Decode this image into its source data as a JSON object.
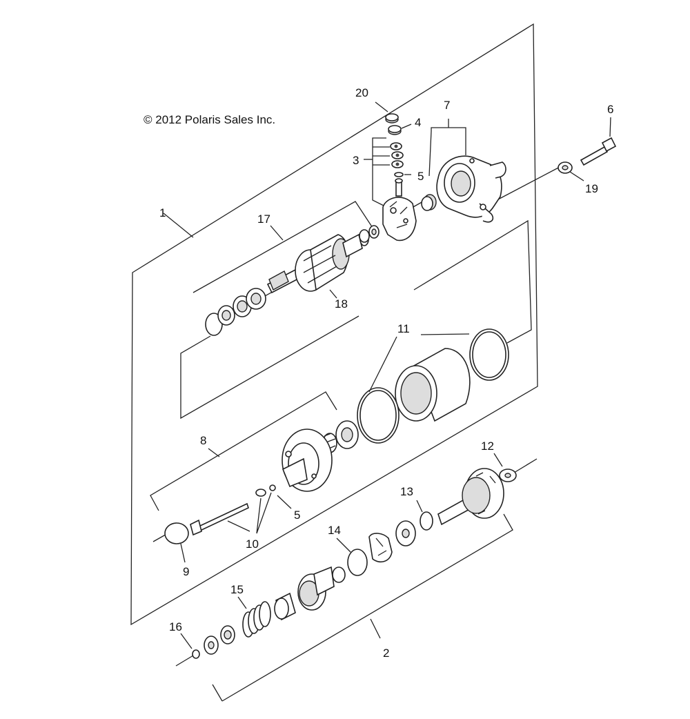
{
  "copyright": "© 2012 Polaris Sales Inc.",
  "callouts": [
    {
      "id": "1",
      "text": "1"
    },
    {
      "id": "2",
      "text": "2"
    },
    {
      "id": "3",
      "text": "3"
    },
    {
      "id": "4",
      "text": "4"
    },
    {
      "id": "5a",
      "text": "5"
    },
    {
      "id": "5b",
      "text": "5"
    },
    {
      "id": "6",
      "text": "6"
    },
    {
      "id": "7",
      "text": "7"
    },
    {
      "id": "8",
      "text": "8"
    },
    {
      "id": "9",
      "text": "9"
    },
    {
      "id": "10",
      "text": "10"
    },
    {
      "id": "11",
      "text": "11"
    },
    {
      "id": "12",
      "text": "12"
    },
    {
      "id": "13",
      "text": "13"
    },
    {
      "id": "14",
      "text": "14"
    },
    {
      "id": "15",
      "text": "15"
    },
    {
      "id": "16",
      "text": "16"
    },
    {
      "id": "17",
      "text": "17"
    },
    {
      "id": "18",
      "text": "18"
    },
    {
      "id": "19",
      "text": "19"
    },
    {
      "id": "20",
      "text": "20"
    }
  ]
}
